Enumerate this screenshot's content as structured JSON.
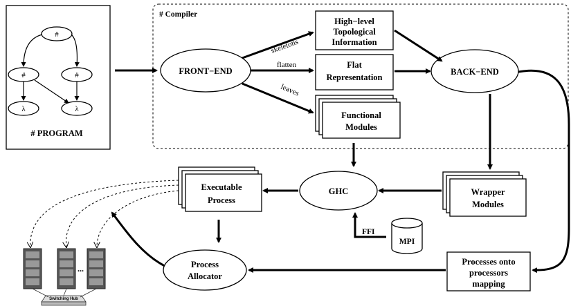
{
  "program": {
    "label": "# PROGRAM",
    "nodes": [
      "#",
      "#",
      "#",
      "λ",
      "λ"
    ]
  },
  "compiler": {
    "label": "# Compiler"
  },
  "front_end": "FRONT−END",
  "back_end": "BACK−END",
  "edges": {
    "skeletons": "skeletons",
    "flatten": "flatten",
    "leaves": "leaves",
    "ffi": "FFI"
  },
  "topo": {
    "line1": "High−level",
    "line2": "Topological",
    "line3": "Information"
  },
  "flat": {
    "line1": "Flat",
    "line2": "Representation"
  },
  "functional": {
    "line1": "Functional",
    "line2": "Modules"
  },
  "ghc": "GHC",
  "wrapper": {
    "line1": "Wrapper",
    "line2": "Modules"
  },
  "executable": {
    "line1": "Executable",
    "line2": "Process"
  },
  "mpi": "MPI",
  "allocator": {
    "line1": "Process",
    "line2": "Allocator"
  },
  "mapping": {
    "line1": "Processes onto",
    "line2": "processors",
    "line3": "mapping"
  },
  "cluster": {
    "ellipsis": "...",
    "hub": "Switching Hub"
  }
}
